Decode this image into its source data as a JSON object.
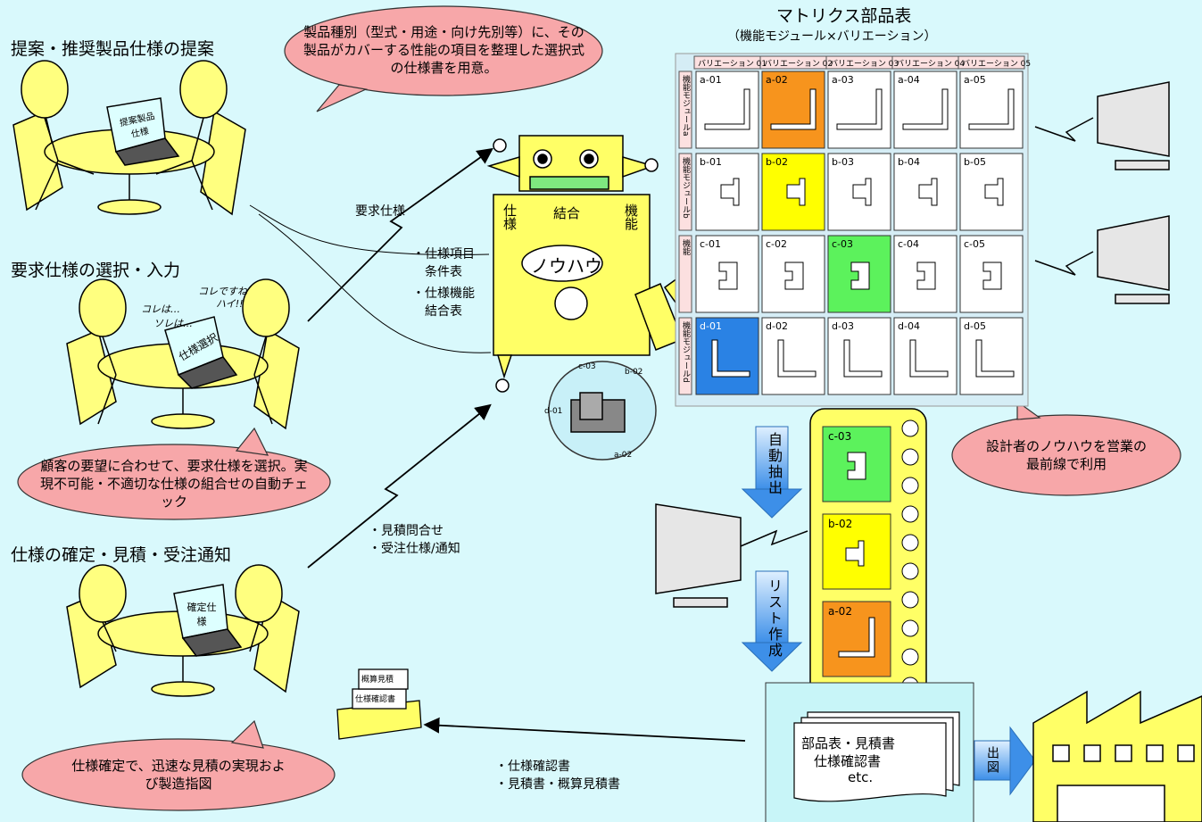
{
  "steps": {
    "proposal": "提案・推奨製品仕様の提案",
    "select": "要求仕様の選択・入力",
    "confirm": "仕様の確定・見積・受注通知"
  },
  "bubbles": {
    "top": "製品種別（型式・用途・向け先別等）に、その製品がカバーする性能の項目を整理した選択式の仕様書を用意。",
    "middle": "顧客の要望に合わせて、要求仕様を選択。実現不可能・不適切な仕様の組合せの自動チェック",
    "bottom": "仕様確定で、迅速な見積の実現および製造指図",
    "right": "設計者のノウハウを営業の最前線で利用"
  },
  "laptops": {
    "one": "提案製品仕様",
    "two": "仕様選択",
    "three": "確定仕様"
  },
  "speech": {
    "kore": "コレは…",
    "sore": "ソレは…",
    "koredesune": "コレですね",
    "hai": "ハイ!!"
  },
  "labels": {
    "youkyuu": "要求仕様",
    "list1": "・仕様項目",
    "list1b": "条件表",
    "list2": "・仕様機能",
    "list2b": "結合表",
    "mitsumori1": "・見積問合せ",
    "mitsumori2": "・受注仕様/通知",
    "out1": "・仕様確認書",
    "out2": "・見積書・概算見積書",
    "docs1": "部品表・見積書",
    "docs2": "仕様確認書",
    "docs3": "etc.",
    "fax1": "概算見積",
    "fax2": "仕様確認書",
    "auto": "自動抽出",
    "create": "リスト作成",
    "zuzu": "出図"
  },
  "robot": {
    "shiyou": "仕様",
    "ketsugou": "結合",
    "kinou": "機能",
    "nouhau": "ノウハウ"
  },
  "assembly": [
    "c-03",
    "b-02",
    "d-01",
    "a-02"
  ],
  "matrix": {
    "title": "マトリクス部品表",
    "subtitle": "（機能モジュール×バリエーション）",
    "columns": [
      "バリエーション 01",
      "バリエーション 02",
      "バリエーション 03",
      "バリエーション 04",
      "バリエーション 05"
    ],
    "rows": [
      "機能モジュールa",
      "機能モジュールb",
      "機能",
      "機能モジュールd"
    ],
    "cells": [
      [
        "a-01",
        "a-02",
        "a-03",
        "a-04",
        "a-05"
      ],
      [
        "b-01",
        "b-02",
        "b-03",
        "b-04",
        "b-05"
      ],
      [
        "c-01",
        "c-02",
        "c-03",
        "c-04",
        "c-05"
      ],
      [
        "d-01",
        "d-02",
        "d-03",
        "d-04",
        "d-05"
      ]
    ],
    "highlight": {
      "a-02": "#f7941d",
      "b-02": "#ffff00",
      "c-03": "#5cf25c",
      "d-01": "#2a82e4"
    }
  },
  "belt": [
    "c-03",
    "b-02",
    "a-02"
  ],
  "colors": {
    "background": "#d9f9fc",
    "figure": "#ffff7f",
    "bubble": "#f7a7a9",
    "arrow": "#4da3f7",
    "robot": "#ffff66"
  }
}
